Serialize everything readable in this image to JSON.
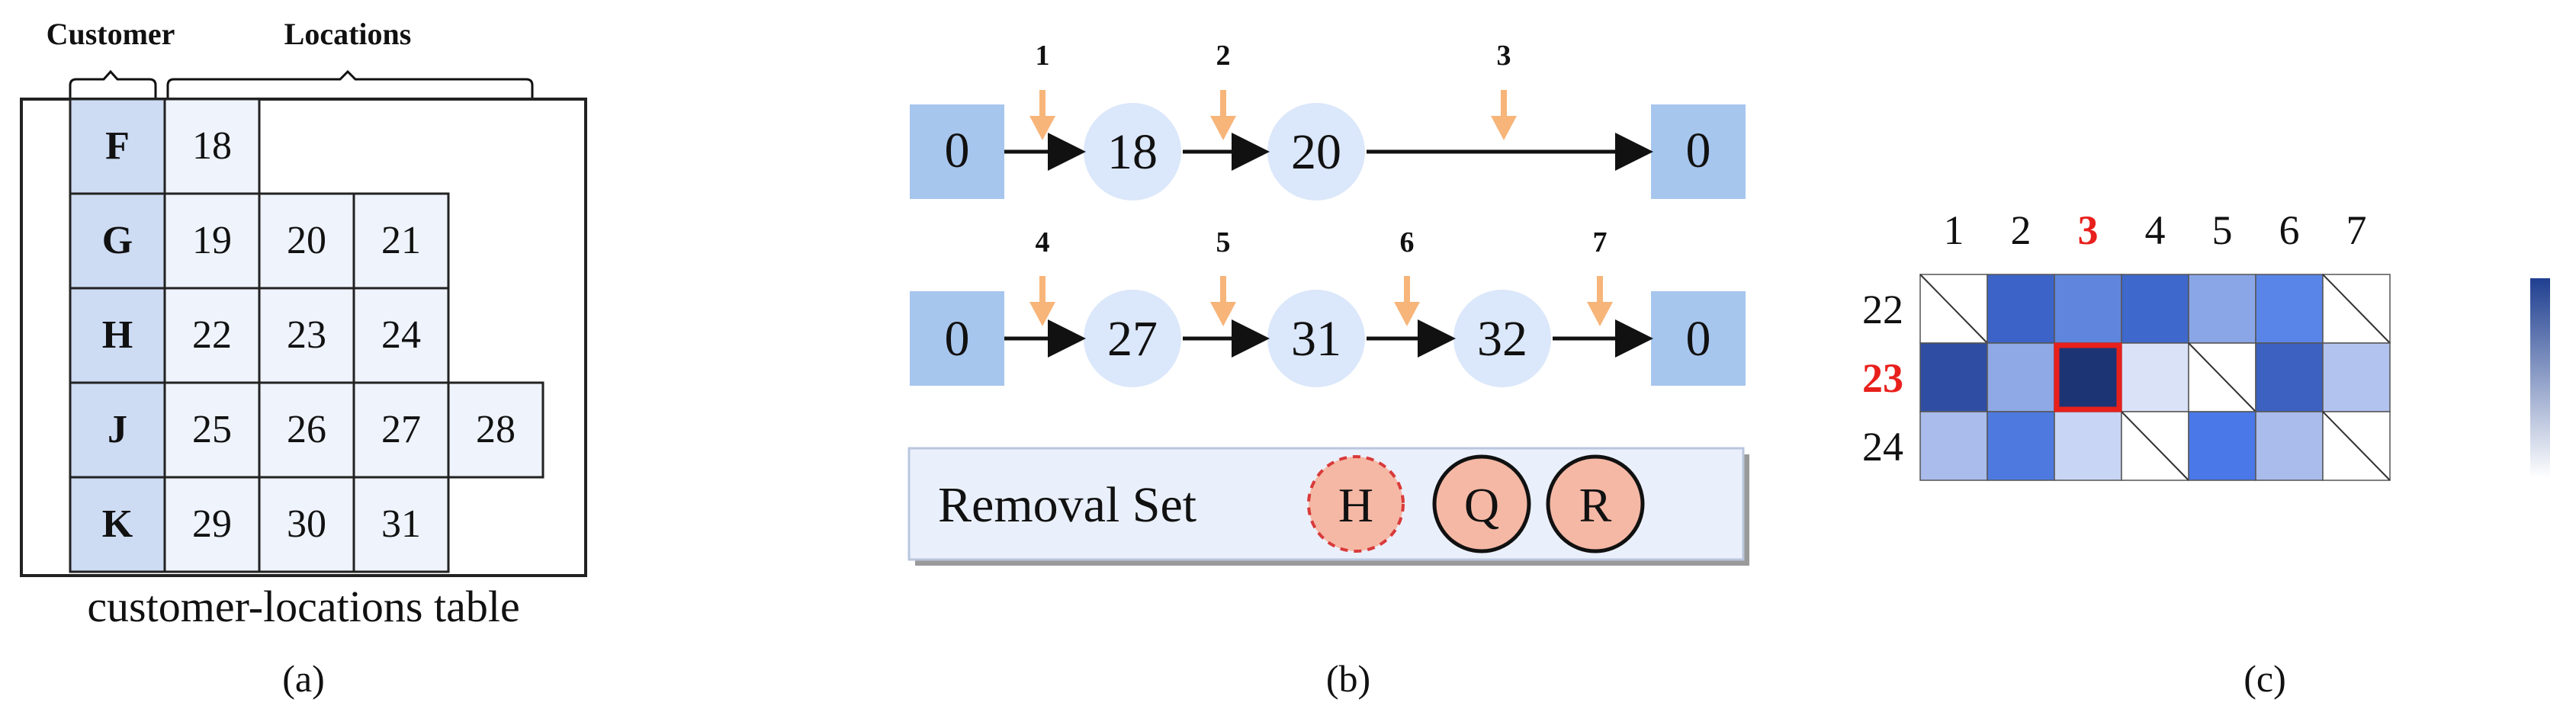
{
  "panel_a": {
    "header_customer": "Customer",
    "header_locations": "Locations",
    "rows": [
      {
        "customer": "F",
        "locations": [
          "18"
        ]
      },
      {
        "customer": "G",
        "locations": [
          "19",
          "20",
          "21"
        ]
      },
      {
        "customer": "H",
        "locations": [
          "22",
          "23",
          "24"
        ]
      },
      {
        "customer": "J",
        "locations": [
          "25",
          "26",
          "27",
          "28"
        ]
      },
      {
        "customer": "K",
        "locations": [
          "29",
          "30",
          "31"
        ]
      }
    ],
    "caption": "customer-locations table",
    "label": "(a)"
  },
  "panel_b": {
    "route1": {
      "nodes": [
        "0",
        "18",
        "20",
        "0"
      ],
      "insert_positions": [
        "1",
        "2",
        "3"
      ]
    },
    "route2": {
      "nodes": [
        "0",
        "27",
        "31",
        "32",
        "0"
      ],
      "insert_positions": [
        "4",
        "5",
        "6",
        "7"
      ]
    },
    "removal_set": {
      "label": "Removal Set",
      "items": [
        "H",
        "Q",
        "R"
      ]
    },
    "label": "(b)"
  },
  "panel_c": {
    "columns": [
      "1",
      "2",
      "3",
      "4",
      "5",
      "6",
      "7"
    ],
    "rows": [
      "22",
      "23",
      "24"
    ],
    "highlight_column": "3",
    "highlight_row": "23",
    "highlight_color": "#e8201c",
    "cells": [
      [
        "#ffffff",
        "#3c64c8",
        "#5f86dc",
        "#3f68cc",
        "#8aa6e6",
        "#5985e8",
        "#ffffff"
      ],
      [
        "#2f4ea3",
        "#8fa8e6",
        "#1c3474",
        "#d9e2f7",
        "#ffffff",
        "#3c61c0",
        "#b3c3ef"
      ],
      [
        "#aabcec",
        "#4e7ae0",
        "#c9d5f5",
        "#ffffff",
        "#4a78e8",
        "#a9bcec",
        "#ffffff"
      ]
    ],
    "empty_cells": [
      [
        0,
        0
      ],
      [
        0,
        6
      ],
      [
        1,
        4
      ],
      [
        2,
        3
      ],
      [
        2,
        6
      ]
    ],
    "selected_cell": [
      1,
      2
    ],
    "colorbar": {
      "top_color": "#1f3f90",
      "bottom_color": "#ffffff"
    },
    "label": "(c)"
  }
}
